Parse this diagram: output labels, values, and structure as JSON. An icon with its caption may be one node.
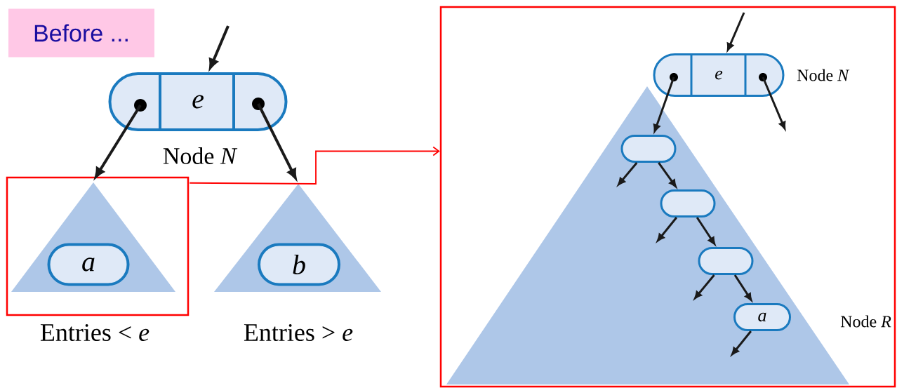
{
  "diagram": {
    "nodes": [
      {
        "text": [
          "Before ..."
        ]
      },
      {
        "text": [
          "e"
        ],
        "beside": [
          "Node *N*"
        ]
      },
      {
        "text": [],
        "shape": "box"
      },
      {
        "text": [
          "Entries < *e*"
        ],
        "in": 2
      },
      {
        "text": [
          "a"
        ],
        "in": 3
      },
      {
        "text": [
          "Entries > *e*"
        ]
      },
      {
        "text": [
          "b"
        ],
        "in": 5
      },
      {
        "text": [],
        "shape": "box"
      },
      {
        "text": [
          "e"
        ],
        "beside": [
          "Node *N*"
        ],
        "in": 7
      },
      {
        "text": [],
        "shape": "triangle",
        "in": 7
      },
      {
        "text": [],
        "shape": "box",
        "in": 9
      },
      {
        "text": [],
        "shape": "box",
        "in": 9
      },
      {
        "text": [],
        "shape": "box",
        "in": 9
      },
      {
        "text": [
          "a"
        ],
        "beside": [
          "Node *R*"
        ],
        "in": 9
      }
    ],
    "edges": [
      {
        "from": null,
        "to": 1,
        "arrow": "to"
      },
      {
        "from": 1,
        "to": 3,
        "arrow": "to"
      },
      {
        "from": 1,
        "to": 5,
        "arrow": "to"
      },
      {
        "from": 2,
        "to": 7,
        "arrow": "to",
        "color": "#ff0000"
      },
      {
        "from": null,
        "to": 8,
        "arrow": "to"
      },
      {
        "from": 8,
        "to": 10,
        "arrow": "to"
      },
      {
        "from": 8,
        "to": null,
        "arrow": "to"
      },
      {
        "from": 10,
        "to": null,
        "arrow": "to"
      },
      {
        "from": 10,
        "to": 11,
        "arrow": "to"
      },
      {
        "from": 11,
        "to": null,
        "arrow": "to"
      },
      {
        "from": 11,
        "to": 12,
        "arrow": "to"
      },
      {
        "from": 12,
        "to": null,
        "arrow": "to"
      },
      {
        "from": 12,
        "to": 13,
        "arrow": "to"
      },
      {
        "from": 13,
        "to": null,
        "arrow": "to"
      }
    ]
  }
}
